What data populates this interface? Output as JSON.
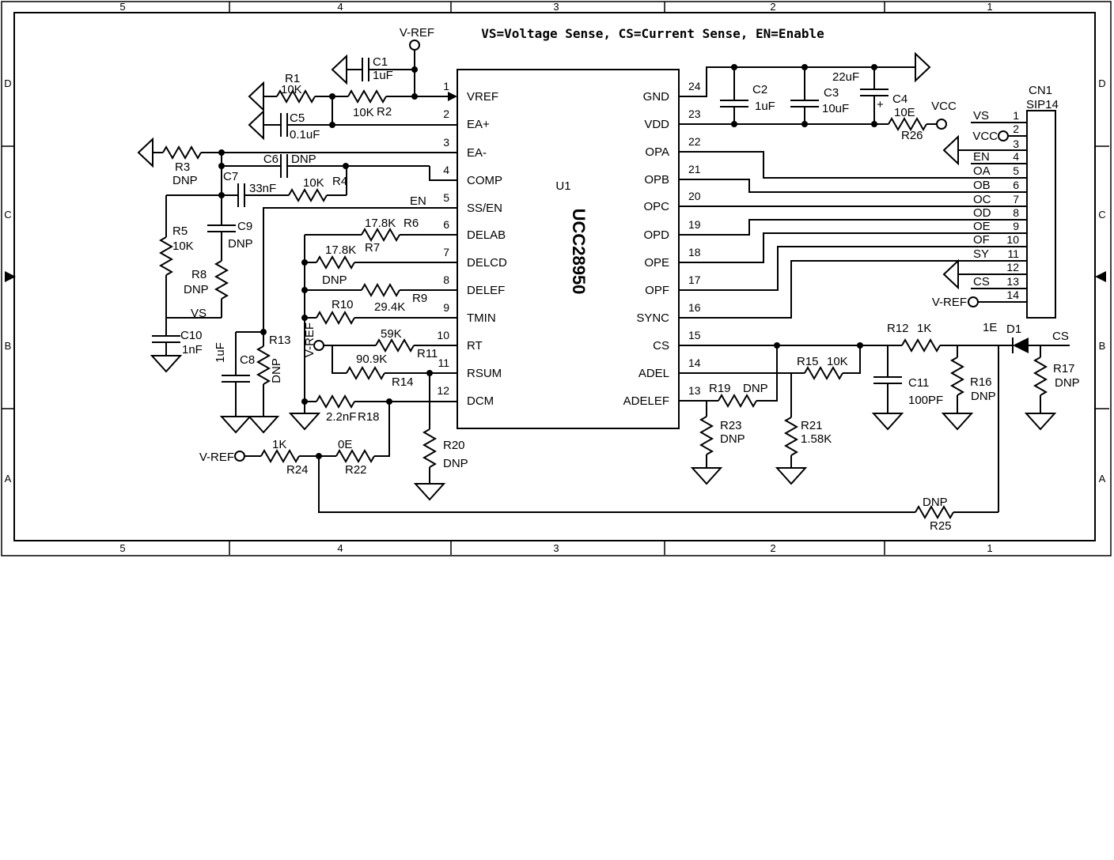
{
  "title_note": "VS=Voltage Sense, CS=Current Sense, EN=Enable",
  "frame": {
    "cols": [
      "5",
      "4",
      "3",
      "2",
      "1"
    ],
    "rows": [
      "D",
      "C",
      "B",
      "A"
    ]
  },
  "ic": {
    "refdes": "U1",
    "part": "UCC28950",
    "left_pins": [
      {
        "n": "1",
        "name": "VREF"
      },
      {
        "n": "2",
        "name": "EA+"
      },
      {
        "n": "3",
        "name": "EA-"
      },
      {
        "n": "4",
        "name": "COMP"
      },
      {
        "n": "5",
        "name": "SS/EN"
      },
      {
        "n": "6",
        "name": "DELAB"
      },
      {
        "n": "7",
        "name": "DELCD"
      },
      {
        "n": "8",
        "name": "DELEF"
      },
      {
        "n": "9",
        "name": "TMIN"
      },
      {
        "n": "10",
        "name": "RT"
      },
      {
        "n": "11",
        "name": "RSUM"
      },
      {
        "n": "12",
        "name": "DCM"
      }
    ],
    "right_pins": [
      {
        "n": "24",
        "name": "GND"
      },
      {
        "n": "23",
        "name": "VDD"
      },
      {
        "n": "22",
        "name": "OPA"
      },
      {
        "n": "21",
        "name": "OPB"
      },
      {
        "n": "20",
        "name": "OPC"
      },
      {
        "n": "19",
        "name": "OPD"
      },
      {
        "n": "18",
        "name": "OPE"
      },
      {
        "n": "17",
        "name": "OPF"
      },
      {
        "n": "16",
        "name": "SYNC"
      },
      {
        "n": "15",
        "name": "CS"
      },
      {
        "n": "14",
        "name": "ADEL"
      },
      {
        "n": "13",
        "name": "ADELEF"
      }
    ]
  },
  "connector": {
    "refdes": "CN1",
    "package": "SIP14",
    "pins": [
      {
        "n": "1",
        "net": "VS"
      },
      {
        "n": "2",
        "net": "VCC"
      },
      {
        "n": "3",
        "net": ""
      },
      {
        "n": "4",
        "net": "EN"
      },
      {
        "n": "5",
        "net": "OA"
      },
      {
        "n": "6",
        "net": "OB"
      },
      {
        "n": "7",
        "net": "OC"
      },
      {
        "n": "8",
        "net": "OD"
      },
      {
        "n": "9",
        "net": "OE"
      },
      {
        "n": "10",
        "net": "OF"
      },
      {
        "n": "11",
        "net": "SY"
      },
      {
        "n": "12",
        "net": ""
      },
      {
        "n": "13",
        "net": "CS"
      },
      {
        "n": "14",
        "net": "V-REF"
      }
    ]
  },
  "components": {
    "R1": {
      "ref": "R1",
      "value": "10K"
    },
    "R2": {
      "ref": "R2",
      "value": "10K"
    },
    "R3": {
      "ref": "R3",
      "value": "DNP"
    },
    "R4": {
      "ref": "R4",
      "value": "10K"
    },
    "R5": {
      "ref": "R5",
      "value": "10K"
    },
    "R6": {
      "ref": "R6",
      "value": "17.8K"
    },
    "R7": {
      "ref": "R7",
      "value": "17.8K"
    },
    "R8": {
      "ref": "R8",
      "value": "DNP"
    },
    "R9": {
      "ref": "R9",
      "value": "DNP"
    },
    "R10": {
      "ref": "R10",
      "value": "29.4K"
    },
    "R11": {
      "ref": "R11",
      "value": "59K"
    },
    "R12": {
      "ref": "R12",
      "value": "1K"
    },
    "R13": {
      "ref": "R13",
      "value": "DNP"
    },
    "R14": {
      "ref": "R14",
      "value": "90.9K"
    },
    "R15": {
      "ref": "R15",
      "value": "10K"
    },
    "R16": {
      "ref": "R16",
      "value": "DNP"
    },
    "R17": {
      "ref": "R17",
      "value": "DNP"
    },
    "R18": {
      "ref": "R18",
      "value": "2.2nF"
    },
    "R19": {
      "ref": "R19",
      "value": "DNP"
    },
    "R20": {
      "ref": "R20",
      "value": "DNP"
    },
    "R21": {
      "ref": "R21",
      "value": "1.58K"
    },
    "R22": {
      "ref": "R22",
      "value": "0E"
    },
    "R23": {
      "ref": "R23",
      "value": "DNP"
    },
    "R24": {
      "ref": "R24",
      "value": "1K"
    },
    "R25": {
      "ref": "R25",
      "value": "DNP"
    },
    "R26": {
      "ref": "R26",
      "value": "10E"
    },
    "C1": {
      "ref": "C1",
      "value": "1uF"
    },
    "C2": {
      "ref": "C2",
      "value": "1uF"
    },
    "C3": {
      "ref": "C3",
      "value": "10uF"
    },
    "C4": {
      "ref": "C4",
      "value": "22uF"
    },
    "C5": {
      "ref": "C5",
      "value": "0.1uF"
    },
    "C6": {
      "ref": "C6",
      "value": "DNP"
    },
    "C7": {
      "ref": "C7",
      "value": "33nF"
    },
    "C8": {
      "ref": "C8",
      "value": "1uF"
    },
    "C9": {
      "ref": "C9",
      "value": "DNP"
    },
    "C10": {
      "ref": "C10",
      "value": "1nF"
    },
    "C11": {
      "ref": "C11",
      "value": "100PF"
    },
    "D1": {
      "ref": "D1",
      "value": "1E"
    }
  },
  "nets": {
    "vref": "V-REF",
    "vcc": "VCC",
    "vs": "VS",
    "en": "EN",
    "cs": "CS"
  },
  "symbols": {
    "plus": "+"
  }
}
